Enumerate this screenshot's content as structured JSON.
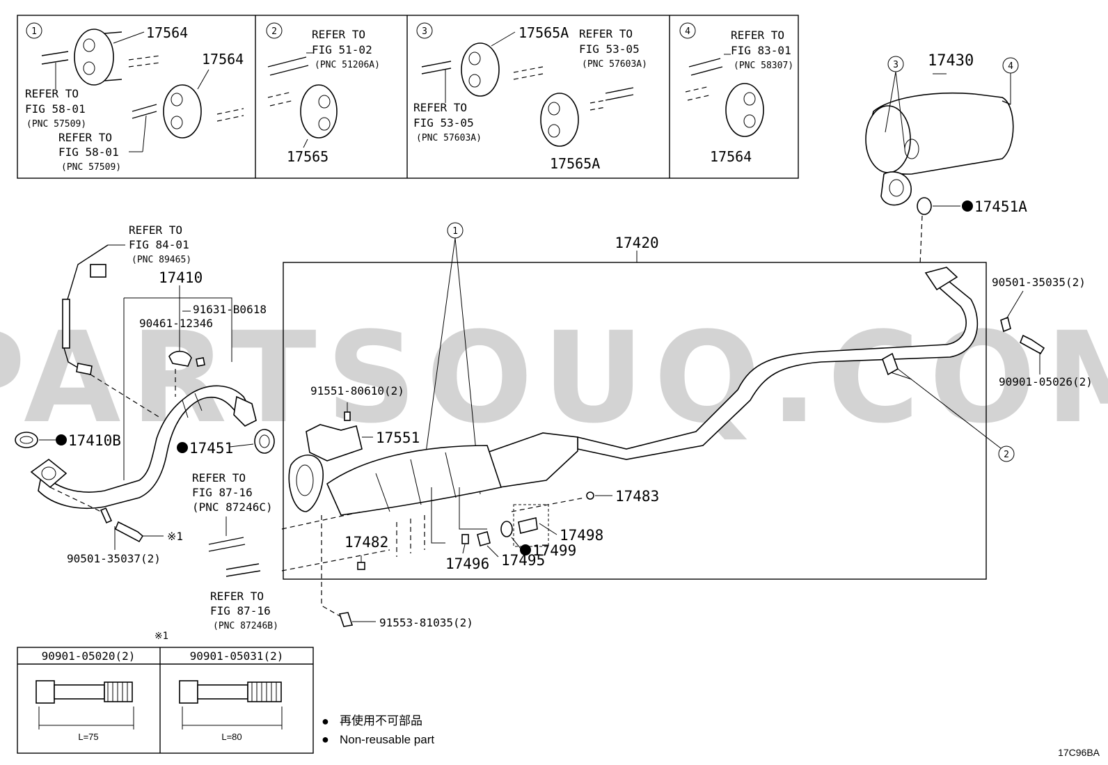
{
  "watermark": "PARTSOUQ.COM",
  "diagram_code": "17C96BA",
  "legend": {
    "marker_symbol": "●",
    "jp_text": "再使用不可部品",
    "en_text": "Non-reusable part"
  },
  "detail_panels": [
    {
      "num": "1",
      "parts": [
        "17564",
        "17564"
      ],
      "refs": [
        {
          "l1": "REFER TO",
          "l2": "FIG 58-01",
          "l3": "(PNC 57509)"
        },
        {
          "l1": "REFER TO",
          "l2": "FIG 58-01",
          "l3": "(PNC 57509)"
        }
      ]
    },
    {
      "num": "2",
      "parts": [
        "17565"
      ],
      "refs": [
        {
          "l1": "REFER TO",
          "l2": "FIG 51-02",
          "l3": "(PNC 51206A)"
        }
      ]
    },
    {
      "num": "3",
      "parts": [
        "17565A",
        "17565A"
      ],
      "refs": [
        {
          "l1": "REFER TO",
          "l2": "FIG 53-05",
          "l3": "(PNC 57603A)"
        },
        {
          "l1": "REFER TO",
          "l2": "FIG 53-05",
          "l3": "(PNC 57603A)"
        }
      ]
    },
    {
      "num": "4",
      "parts": [
        "17564"
      ],
      "refs": [
        {
          "l1": "REFER TO",
          "l2": "FIG 83-01",
          "l3": "(PNC 58307)"
        }
      ]
    }
  ],
  "main": {
    "muffler": "17430",
    "callout3": "3",
    "callout4": "4",
    "gasket_rear": "17451A",
    "bolt_rear_1": "90501-35035(2)",
    "bolt_rear_2": "90901-05026(2)",
    "callout2": "2",
    "assembly_box": "17420",
    "callout1": "1",
    "sensor_ref": {
      "l1": "REFER TO",
      "l2": "FIG 84-01",
      "l3": "(PNC 89465)"
    },
    "front_pipe": "17410",
    "clamp_bolt": "91631-B0618",
    "clamp": "90461-12346",
    "gasket_front": "17410B",
    "gasket_mid": "17451",
    "bolt_front": "90501-35037(2)",
    "note_mark": "※1",
    "bolt_top": "91551-80610(2)",
    "heat_insulator": "17551",
    "ref_87246c": {
      "l1": "REFER TO",
      "l2": "FIG 87-16",
      "l3": "(PNC 87246C)"
    },
    "ref_87246b": {
      "l1": "REFER TO",
      "l2": "FIG 87-16",
      "l3": "(PNC 87246B)"
    },
    "p17483": "17483",
    "p17498": "17498",
    "p17499": "17499",
    "p17482": "17482",
    "p17496": "17496",
    "p17495": "17495",
    "bolt_bottom": "91553-81035(2)"
  },
  "bolt_table": {
    "mark": "※1",
    "col1": {
      "part": "90901-05020(2)",
      "length": "L=75"
    },
    "col2": {
      "part": "90901-05031(2)",
      "length": "L=80"
    }
  }
}
